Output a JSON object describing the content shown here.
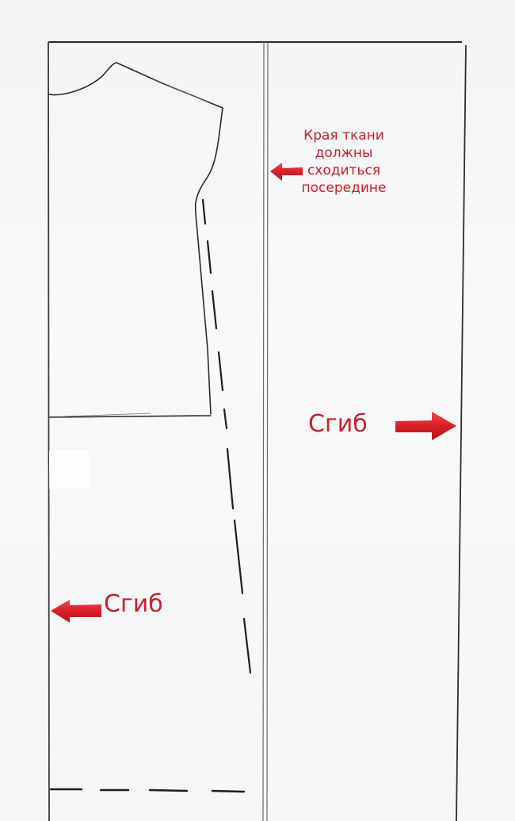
{
  "diagram": {
    "type": "sewing-pattern-layout",
    "colors": {
      "annotation": "#c8202a",
      "arrow": "#e0242c",
      "pencil": "#2b2b2b",
      "paper": "#f6f7f8"
    },
    "annotations": {
      "note_lines": [
        "Края ткани",
        "должны",
        "сходиться",
        "посередине"
      ],
      "fold_right": "Сгиб",
      "fold_left": "Сгиб"
    },
    "arrows": [
      {
        "name": "note-arrow",
        "direction": "left",
        "points_to": "center-selvedge-line"
      },
      {
        "name": "fold-right-arrow",
        "direction": "right",
        "points_to": "right-fold-edge"
      },
      {
        "name": "fold-left-arrow",
        "direction": "left",
        "points_to": "left-fold-edge"
      }
    ]
  }
}
